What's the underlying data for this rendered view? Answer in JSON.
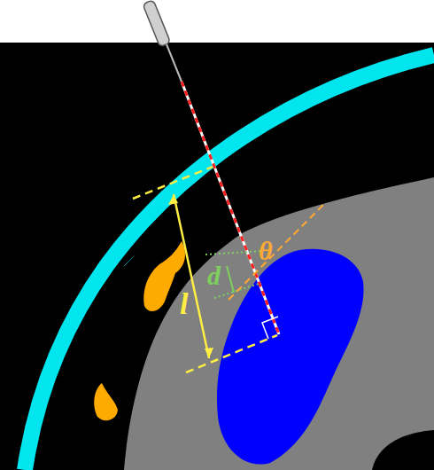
{
  "diagram": {
    "labels": [
      "l",
      "d",
      "θ"
    ]
  }
}
